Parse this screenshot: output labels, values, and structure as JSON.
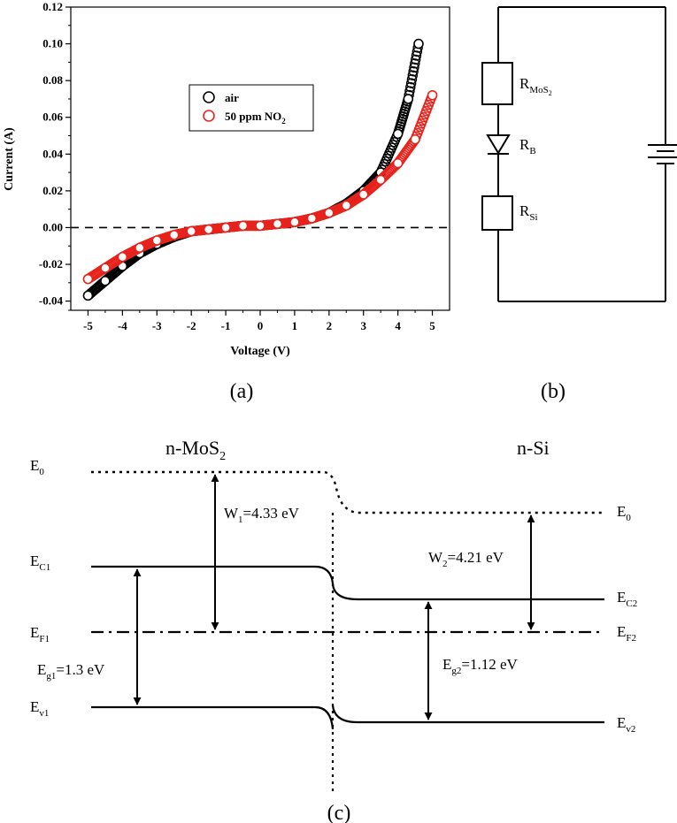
{
  "panel_labels": {
    "a": "(a)",
    "b": "(b)",
    "c": "(c)"
  },
  "chart_data": {
    "type": "scatter",
    "xlabel": "Voltage (V)",
    "ylabel": "Current (A)",
    "xlim": [
      -5.5,
      5.5
    ],
    "ylim": [
      -0.045,
      0.12
    ],
    "x_ticks": [
      "-5",
      "-4",
      "-3",
      "-2",
      "-1",
      "0",
      "1",
      "2",
      "3",
      "4",
      "5"
    ],
    "y_ticks": [
      "-0.04",
      "-0.02",
      "0.00",
      "0.02",
      "0.04",
      "0.06",
      "0.08",
      "0.10",
      "0.12"
    ],
    "zero_line": true,
    "legend_position": "upper-left-inside",
    "series": [
      {
        "name": "air",
        "marker": "open-circle",
        "color": "#000000",
        "x": [
          -5.0,
          -4.5,
          -4.0,
          -3.5,
          -3.0,
          -2.5,
          -2.0,
          -1.5,
          -1.0,
          -0.5,
          0.0,
          0.5,
          1.0,
          1.5,
          2.0,
          2.5,
          3.0,
          3.5,
          4.0,
          4.3,
          4.6
        ],
        "y": [
          -0.037,
          -0.029,
          -0.021,
          -0.014,
          -0.009,
          -0.005,
          -0.002,
          -0.001,
          0.0,
          0.001,
          0.001,
          0.002,
          0.003,
          0.005,
          0.008,
          0.013,
          0.02,
          0.03,
          0.051,
          0.07,
          0.1
        ]
      },
      {
        "name": "50 ppm NO",
        "name_subscript": "2",
        "marker": "open-circle",
        "color": "#e8231c",
        "x": [
          -5.0,
          -4.5,
          -4.0,
          -3.5,
          -3.0,
          -2.5,
          -2.0,
          -1.5,
          -1.0,
          -0.5,
          0.0,
          0.5,
          1.0,
          1.5,
          2.0,
          2.5,
          3.0,
          3.5,
          4.0,
          4.5,
          5.0
        ],
        "y": [
          -0.028,
          -0.022,
          -0.016,
          -0.011,
          -0.007,
          -0.004,
          -0.002,
          -0.001,
          0.0,
          0.001,
          0.001,
          0.002,
          0.003,
          0.005,
          0.008,
          0.012,
          0.018,
          0.026,
          0.035,
          0.048,
          0.072
        ]
      }
    ]
  },
  "circuit": {
    "r_mos2": {
      "main": "R",
      "sub": "MoS",
      "subsub": "2"
    },
    "r_b": {
      "main": "R",
      "sub": "B"
    },
    "r_si": {
      "main": "R",
      "sub": "Si"
    }
  },
  "band_diagram": {
    "left_title": {
      "main": "n-MoS",
      "sub": "2"
    },
    "right_title": {
      "main": "n-Si"
    },
    "e0_left": {
      "main": "E",
      "sub": "0"
    },
    "ec1": {
      "main": "E",
      "sub": "C1"
    },
    "ef1": {
      "main": "E",
      "sub": "F1"
    },
    "ev1": {
      "main": "E",
      "sub": "v1"
    },
    "e0_right": {
      "main": "E",
      "sub": "0"
    },
    "ec2": {
      "main": "E",
      "sub": "C2"
    },
    "ef2": {
      "main": "E",
      "sub": "F2"
    },
    "ev2": {
      "main": "E",
      "sub": "v2"
    },
    "w1": {
      "main": "W",
      "sub": "1",
      "rest": "=4.33 eV"
    },
    "w2": {
      "main": "W",
      "sub": "2",
      "rest": "=4.21 eV"
    },
    "eg1": {
      "main": "E",
      "sub": "g1",
      "rest": "=1.3 eV"
    },
    "eg2": {
      "main": "E",
      "sub": "g2",
      "rest": "=1.12 eV"
    }
  }
}
